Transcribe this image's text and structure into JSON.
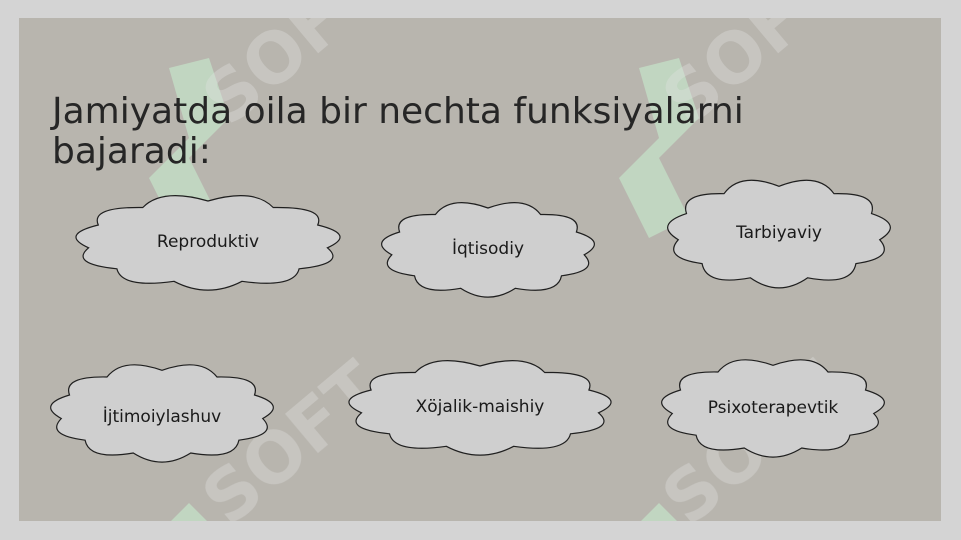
{
  "slide": {
    "title": "Jamiyatda oila bir nechta funksiyalarni bajaradi:"
  },
  "functions": [
    {
      "label": "Reproduktiv"
    },
    {
      "label": "İqtisodiy"
    },
    {
      "label": "Tarbiyaviy"
    },
    {
      "label": "İjtimoiylashuv"
    },
    {
      "label": "Xöjalik-maishiy"
    },
    {
      "label": "Psixoterapevtik"
    }
  ],
  "watermark": {
    "text": "SOFT"
  },
  "colors": {
    "page": "#d4d4d4",
    "slide": "#b8b5ae",
    "cloud_fill": "#cfcfcf",
    "cloud_stroke": "#1f1f1f",
    "title": "#262626"
  }
}
